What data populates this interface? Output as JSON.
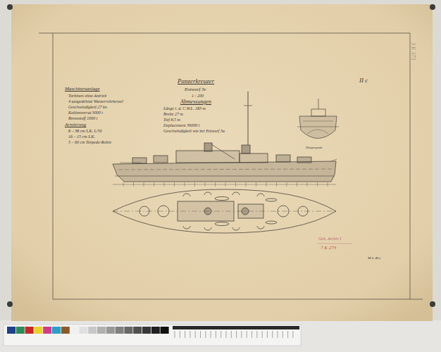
{
  "diagram": {
    "title": "Panzerkreuzer",
    "labels": [
      "Entwurf 3c",
      "1 : 200",
      "Abmessungen",
      "Länge i. d. C.W.L. 183 m",
      "Breite 27 m",
      "Tief 8,5 m",
      "Deplacement 36000 t",
      "Geschwindigkeit wie bei Entwurf 3a",
      "Maschinenanlage",
      "Turbinen ohne Antrieb",
      "4 ausgedehnte Wasserrohrkessel",
      "Geschwindigkeit 27 kn",
      "Kohlenvorrat 3000 t",
      "Brennstoff 1000 t",
      "Armierung",
      "8 – 38 cm S.K. L/50",
      "16 – 15 cm S.K.",
      "5 – 60 cm Torpedo-Rohre",
      "II c",
      "Geh. Archiv I",
      "7 K 273",
      "M.S. 46 f",
      "3 K 373",
      "Hauptspant"
    ]
  }
}
